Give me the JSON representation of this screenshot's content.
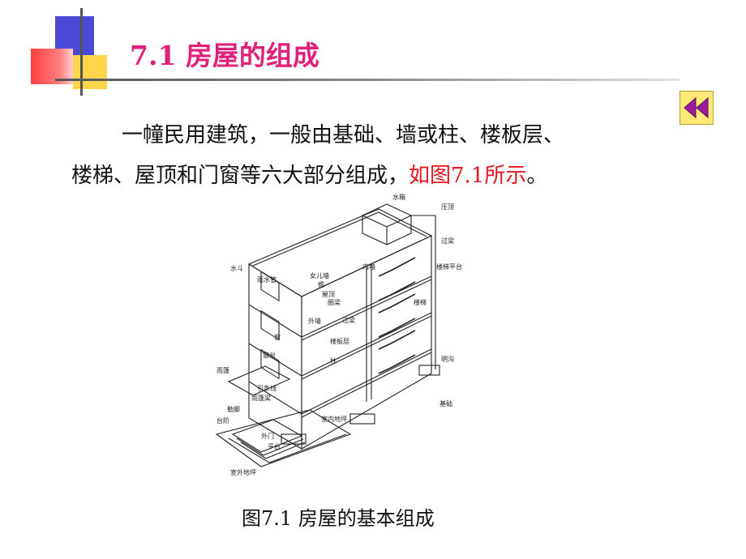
{
  "title": "7.1 房屋的组成",
  "icons": {
    "back": "double-left-arrow-icon"
  },
  "colors": {
    "title": "#e0207a",
    "highlight": "#e8141e",
    "back_button": "#ffe873",
    "back_arrows": "#9c1a9c"
  },
  "paragraph": {
    "line1": "一幢民用建筑，一般由基础、墙或柱、楼板层、",
    "line2_prefix": "楼梯、屋顶和门窗等六大部分组成，",
    "line2_highlight": "如图7.1所示",
    "line2_suffix": "。"
  },
  "figure": {
    "caption": "图7.1  房屋的基本组成",
    "labels": {
      "water_tank": "水箱",
      "roof_top": "压顶",
      "lintel_top": "过梁",
      "stair_platform": "楼梯平台",
      "gutter": "水斗",
      "downpipe": "雨水管",
      "parapet": "女儿墙",
      "eave": "檐",
      "roof": "屋顶",
      "inner_wall": "内墙",
      "ring_beam": "圈梁",
      "stairs": "楼梯",
      "lintel": "过梁",
      "outer_wall": "外墙",
      "floor_slab": "楼板层",
      "window": "窗",
      "window_sill": "窗台",
      "canopy": "雨篷",
      "drain": "明沟",
      "column": "柱",
      "guide_line": "引条线",
      "canopy_beam": "雨篷梁",
      "plinth": "勒脚",
      "steps": "台阶",
      "indoor_floor": "室内地坪",
      "outer_door": "外门",
      "platform": "平台",
      "outdoor_floor": "室外地坪",
      "foundation": "基础"
    }
  }
}
